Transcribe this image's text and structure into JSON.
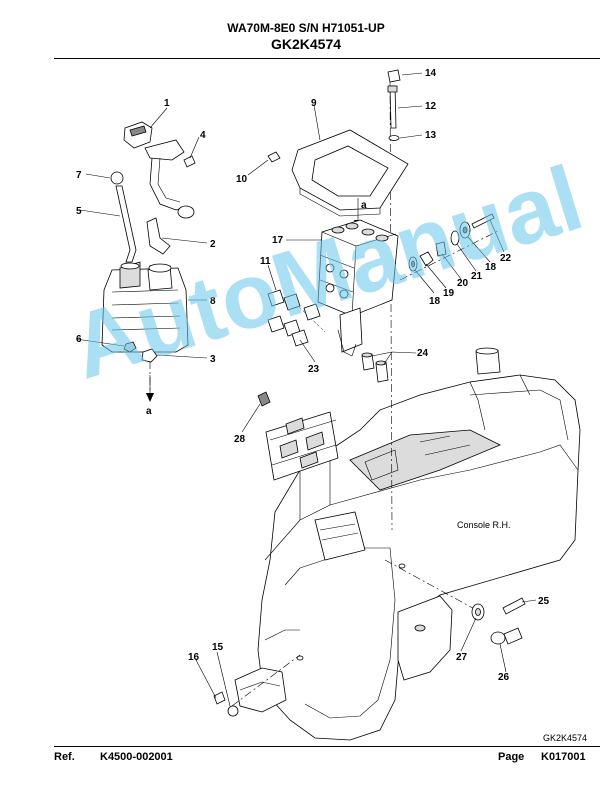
{
  "header": {
    "line1": "WA70M-8E0 S/N H71051-UP",
    "line2": "GK2K4574"
  },
  "callouts": {
    "c1": "1",
    "c2": "2",
    "c3": "3",
    "c4": "4",
    "c5": "5",
    "c6": "6",
    "c7": "7",
    "c8": "8",
    "c9": "9",
    "c10": "10",
    "c11": "11",
    "c12": "12",
    "c13": "13",
    "c14": "14",
    "c15": "15",
    "c16": "16",
    "c17": "17",
    "c18a": "18",
    "c18b": "18",
    "c19": "19",
    "c20": "20",
    "c21": "21",
    "c22": "22",
    "c23": "23",
    "c24": "24",
    "c25": "25",
    "c26": "26",
    "c27": "27",
    "c28": "28"
  },
  "arrow_labels": {
    "a_top": "a",
    "a_left": "a"
  },
  "console_label": "Console R.H.",
  "figure_code": "GK2K4574",
  "watermark": "AutoManual",
  "footer": {
    "ref_label": "Ref.",
    "ref_value": "K4500-002001",
    "page_label": "Page",
    "page_value": "K017001"
  }
}
